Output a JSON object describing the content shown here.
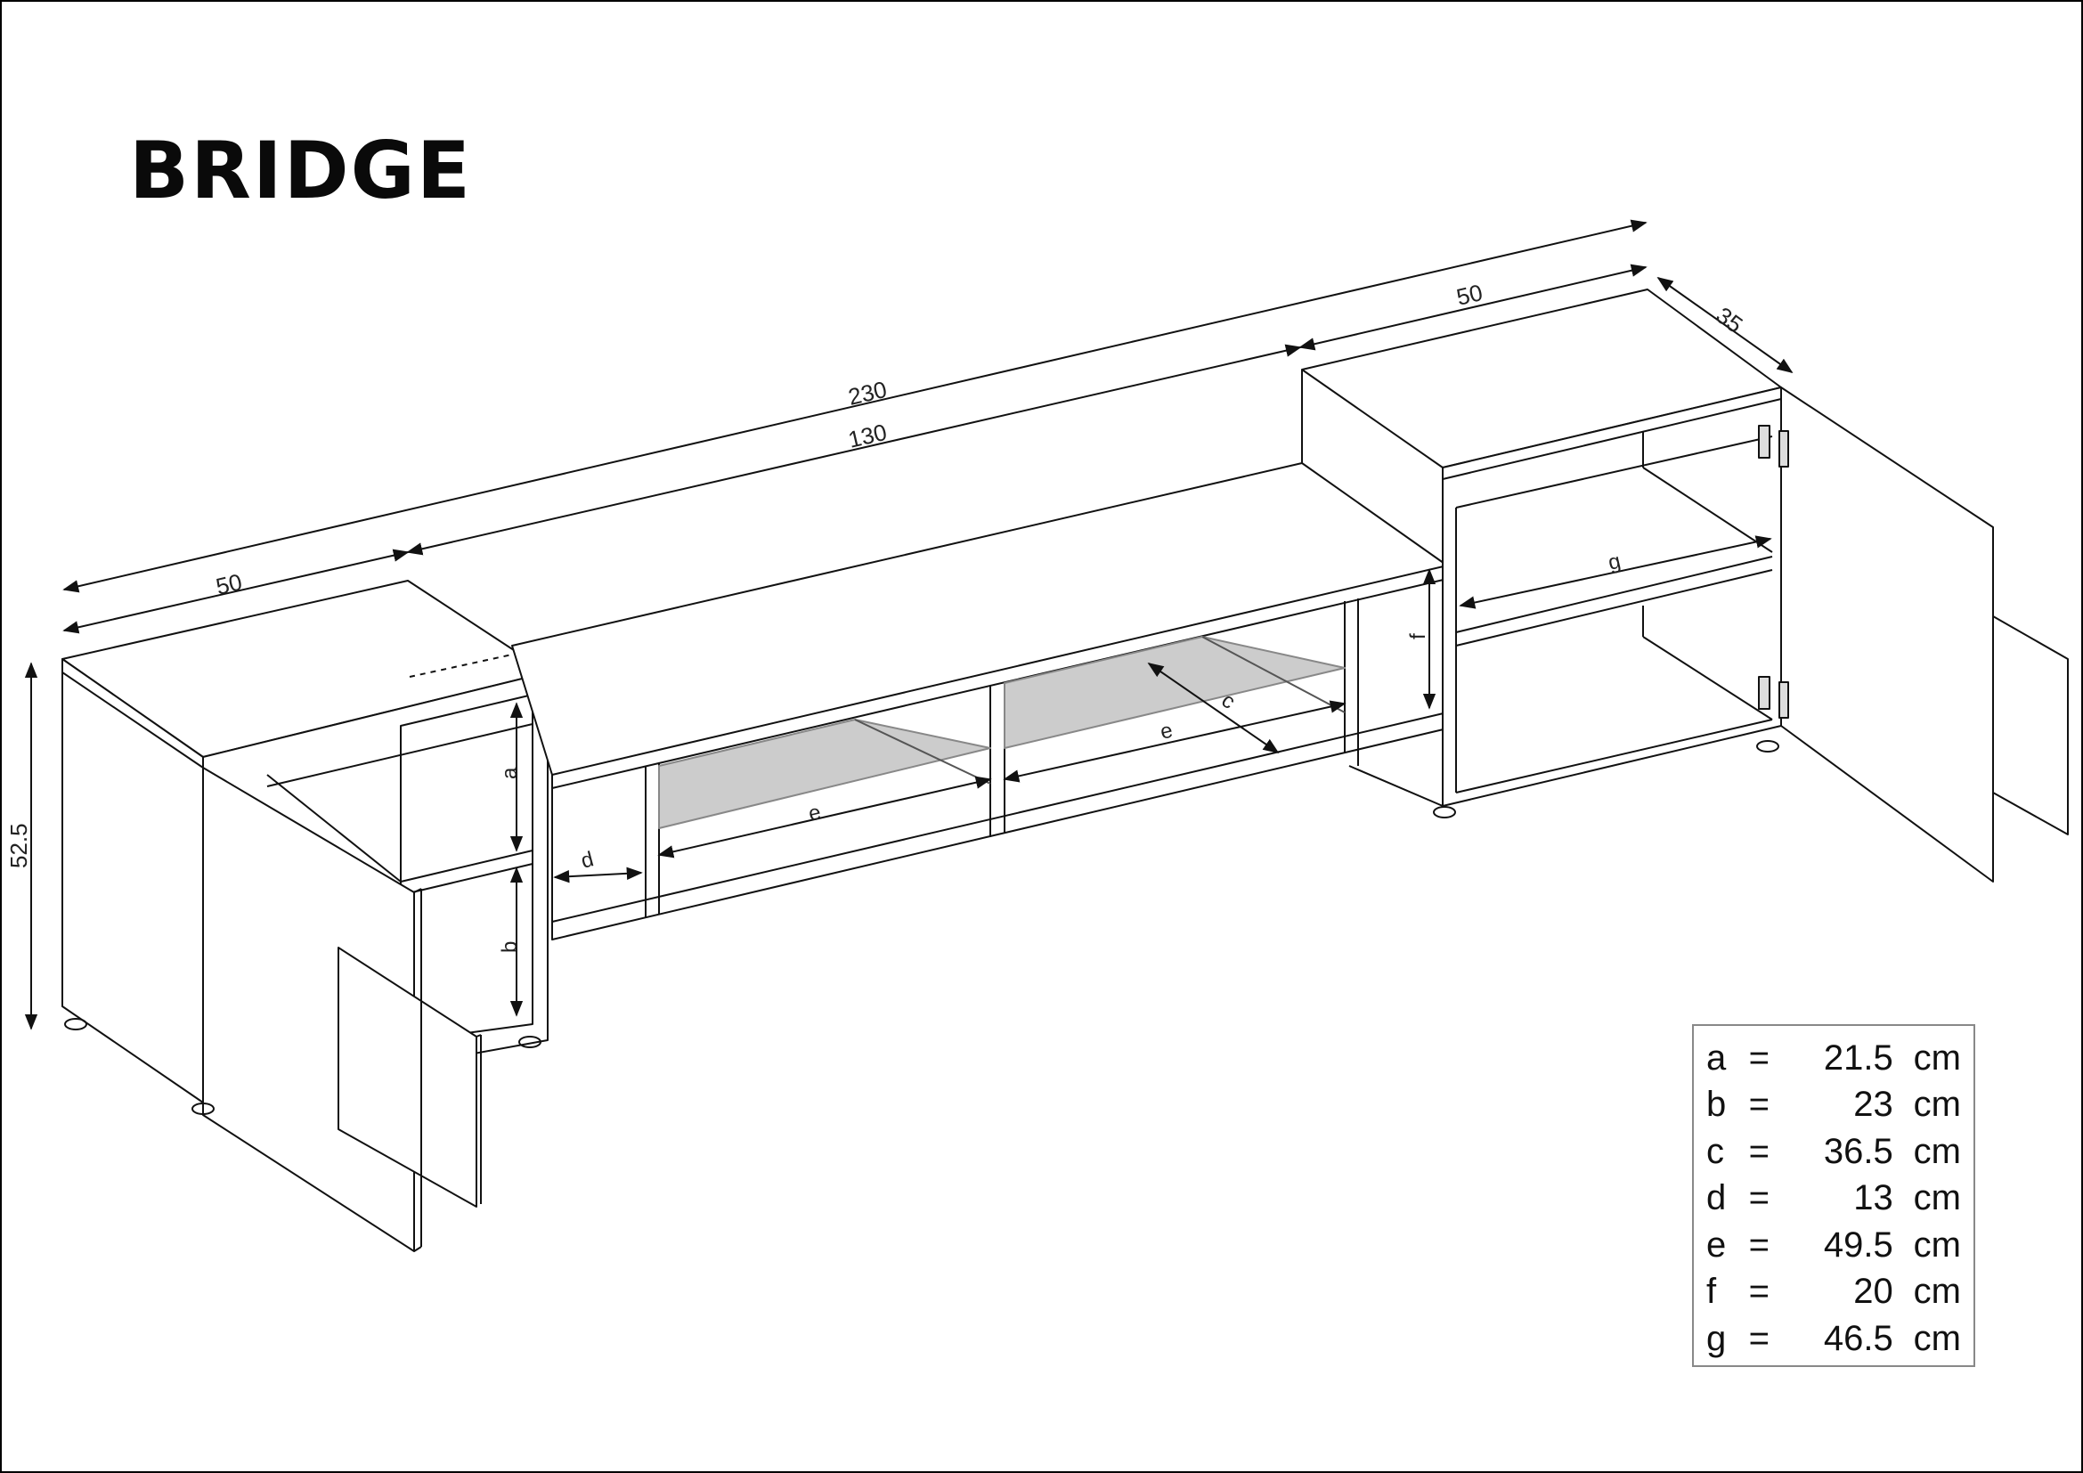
{
  "title": "BRIDGE",
  "dimensions": {
    "overall_width": "230",
    "middle_width": "130",
    "left_width": "50",
    "right_width": "50",
    "depth": "35",
    "height": "52.5"
  },
  "interior_labels": {
    "a": "a",
    "b": "b",
    "c": "c",
    "d": "d",
    "e_left": "e",
    "e_right": "e",
    "f": "f",
    "g": "g"
  },
  "legend": {
    "equals": "=",
    "rows": [
      {
        "key": "a",
        "value": "21.5",
        "unit": "cm"
      },
      {
        "key": "b",
        "value": "23",
        "unit": "cm"
      },
      {
        "key": "c",
        "value": "36.5",
        "unit": "cm"
      },
      {
        "key": "d",
        "value": "13",
        "unit": "cm"
      },
      {
        "key": "e",
        "value": "49.5",
        "unit": "cm"
      },
      {
        "key": "f",
        "value": "20",
        "unit": "cm"
      },
      {
        "key": "g",
        "value": "46.5",
        "unit": "cm"
      }
    ]
  }
}
